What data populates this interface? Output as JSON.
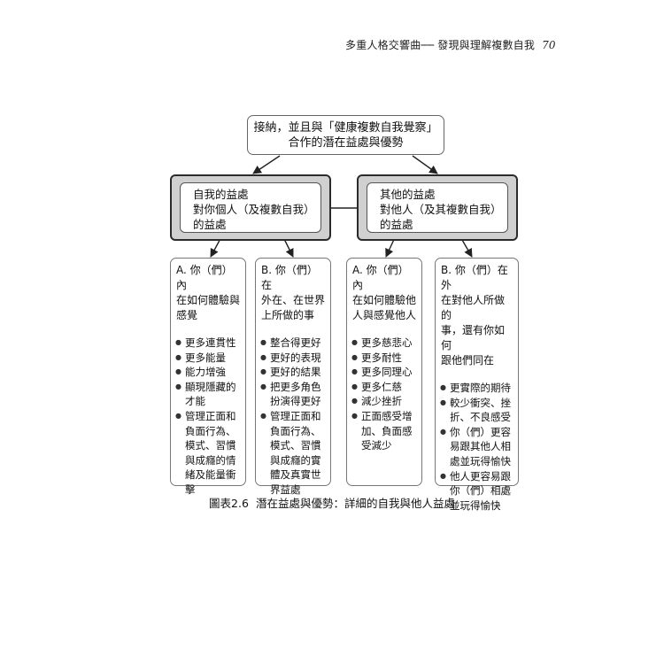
{
  "header": {
    "title": "多重人格交響曲── 發現與理解複數自我",
    "page_number": "70"
  },
  "top_box": {
    "line1": "接納，並且與「健康複數自我覺察」",
    "line2": "合作的潛在益處與優勢"
  },
  "self_box": {
    "line1": "自我的益處",
    "line2": "對你個人（及複數自我）",
    "line3": "的益處"
  },
  "other_box": {
    "line1": "其他的益處",
    "line2": "對他人（及其複數自我）",
    "line3": "的益處"
  },
  "columns": [
    {
      "title_lines": [
        "A. 你（們）內",
        "在如何體驗與",
        "感覺"
      ],
      "items": [
        "更多連貫性",
        "更多能量",
        "能力增強",
        "顯現隱藏的才能",
        "管理正面和負面行為、模式、習慣與成癮的情緒及能量衝擊"
      ]
    },
    {
      "title_lines": [
        "B. 你（們）在",
        "外在、在世界",
        "上所做的事"
      ],
      "items": [
        "整合得更好",
        "更好的表現",
        "更好的結果",
        "把更多角色扮演得更好",
        "管理正面和負面行為、模式、習慣與成癮的實體及真實世界益處"
      ]
    },
    {
      "title_lines": [
        "A. 你（們）內",
        "在如何體驗他",
        "人與感覺他人"
      ],
      "items": [
        "更多慈悲心",
        "更多耐性",
        "更多同理心",
        "更多仁慈",
        "減少挫折",
        "正面感受增加、負面感受減少"
      ]
    },
    {
      "title_lines": [
        "B. 你（們）在外",
        "在對他人所做的",
        "事，還有你如何",
        "跟他們同在"
      ],
      "items": [
        "更實際的期待",
        "較少衝突、挫折、不良感受",
        "你（們）更容易跟其他人相處並玩得愉快",
        "他人更容易跟你（們）相處並玩得愉快"
      ]
    }
  ],
  "caption": {
    "figure_no": "圖表2.6",
    "text": "潛在益處與優勢：詳細的自我與他人益處"
  }
}
